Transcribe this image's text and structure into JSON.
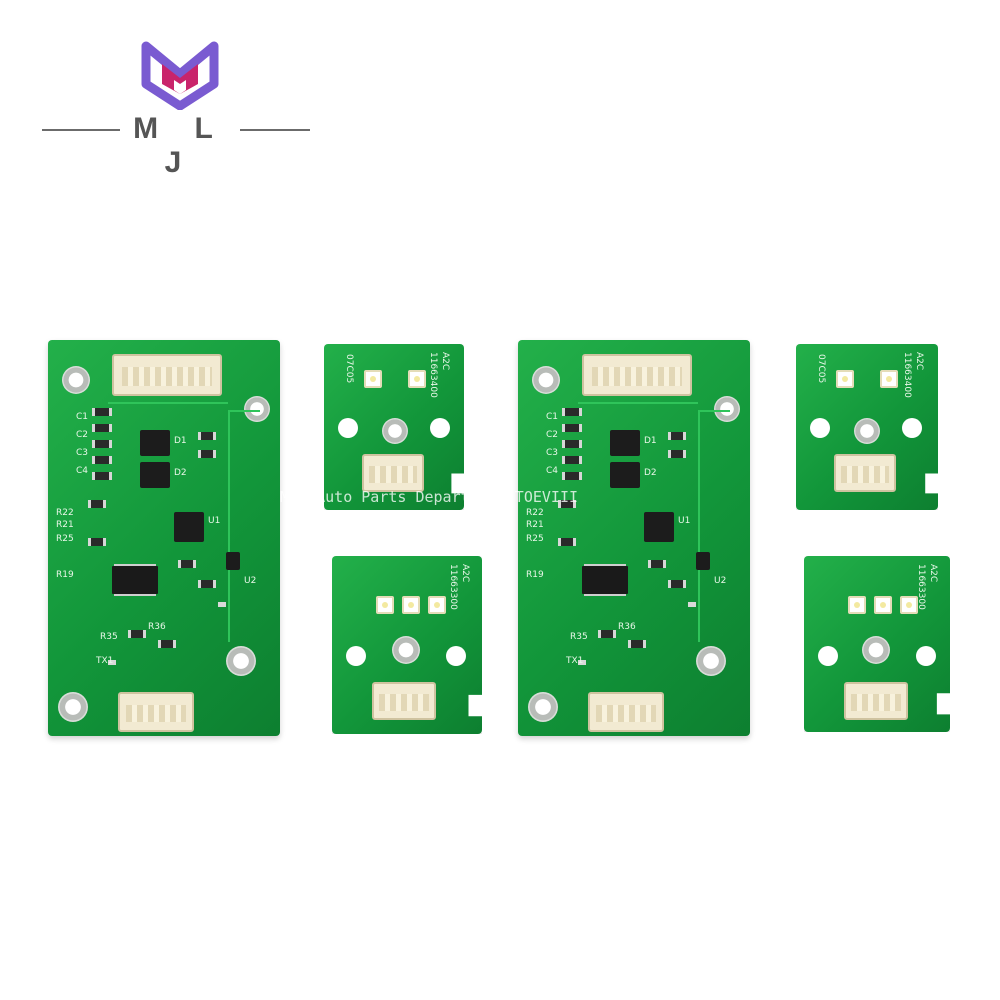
{
  "brand": {
    "logo_icon": "mlj-shield-logo-icon",
    "name": "M L J",
    "colors": {
      "purple": "#7a5bd1",
      "magenta": "#c9246b",
      "gray": "#6b6b6b"
    }
  },
  "watermark": "MLJ Auto Parts Department TOEVIII",
  "boards": {
    "main_labels": [
      "C1",
      "C2",
      "C3",
      "C4",
      "R19",
      "R21",
      "R22",
      "R25",
      "TX1",
      "R35",
      "R36",
      "U1",
      "U2",
      "D1",
      "D2"
    ],
    "led_top": {
      "code": "A2C",
      "part": "11663400",
      "extra": "07C05"
    },
    "led_bottom": {
      "code": "A2C",
      "part": "11663300"
    }
  },
  "colors": {
    "pcb": "#15a03f",
    "pcb_dark": "#0d7f30",
    "background": "#ffffff"
  }
}
